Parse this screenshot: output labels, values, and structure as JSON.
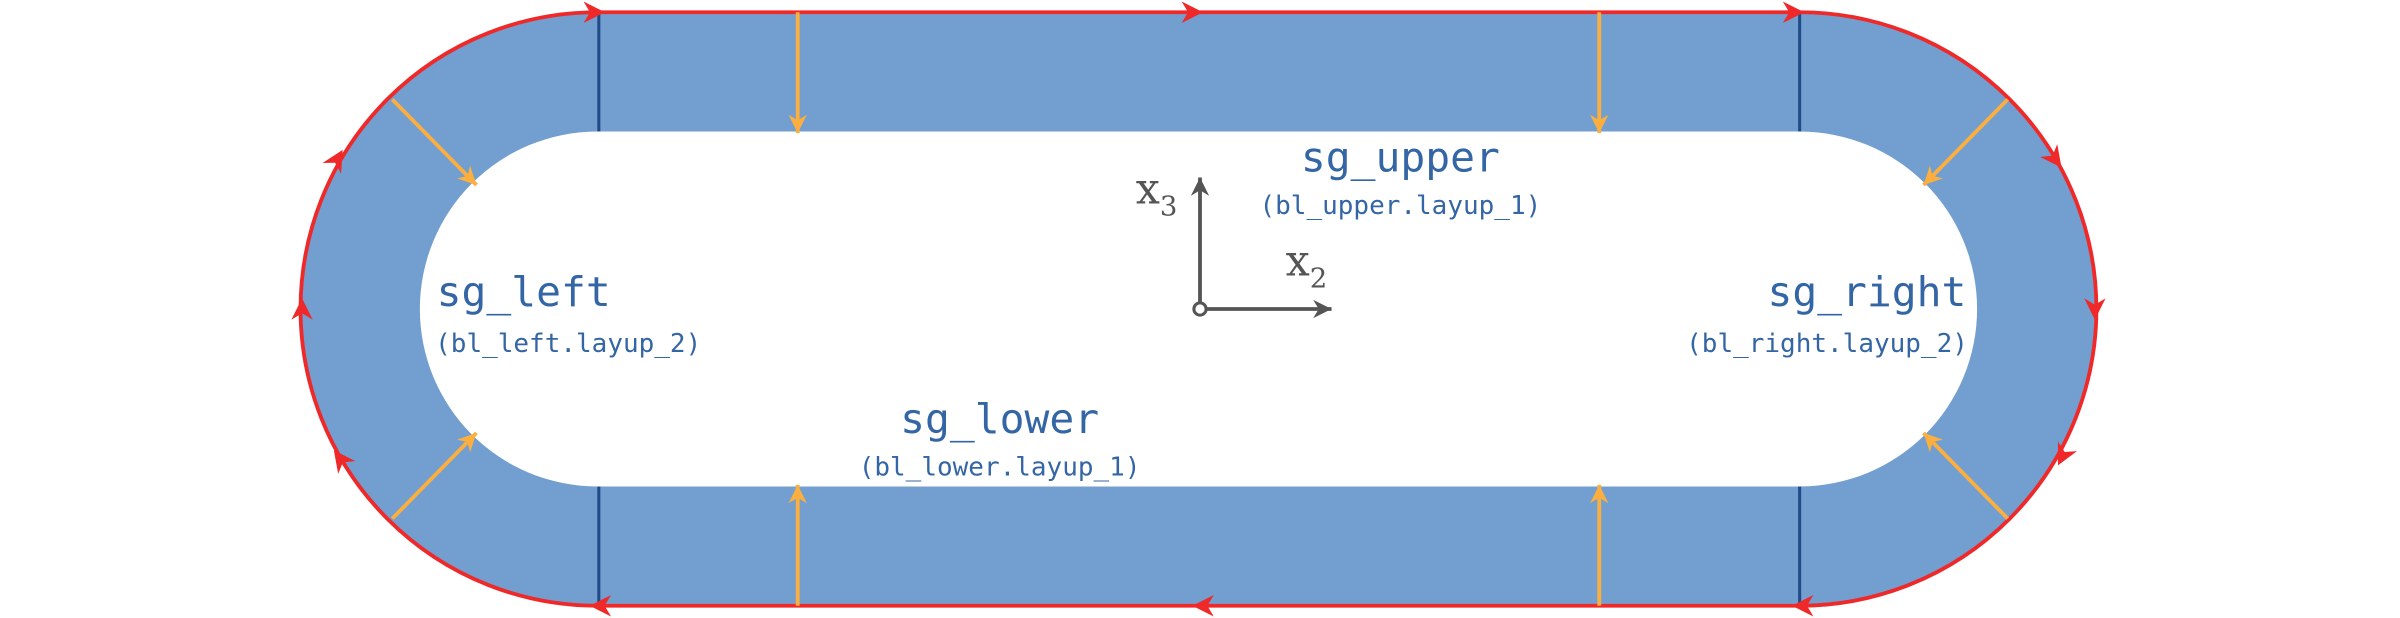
{
  "colors": {
    "section_fill": "#729fcf",
    "boundary": "#ef2929",
    "normal_arrows": "#fcaf3e",
    "segment_divider": "#204a87",
    "label_text": "#3465a4",
    "axes": "#555555"
  },
  "segments": {
    "upper": {
      "name": "sg_upper",
      "layup": "(bl_upper.layup_1)"
    },
    "lower": {
      "name": "sg_lower",
      "layup": "(bl_lower.layup_1)"
    },
    "left": {
      "name": "sg_left",
      "layup": "(bl_left.layup_2)"
    },
    "right": {
      "name": "sg_right",
      "layup": "(bl_right.layup_2)"
    }
  },
  "axes": {
    "horizontal": {
      "base": "x",
      "sub": "2"
    },
    "vertical": {
      "base": "x",
      "sub": "3"
    }
  }
}
